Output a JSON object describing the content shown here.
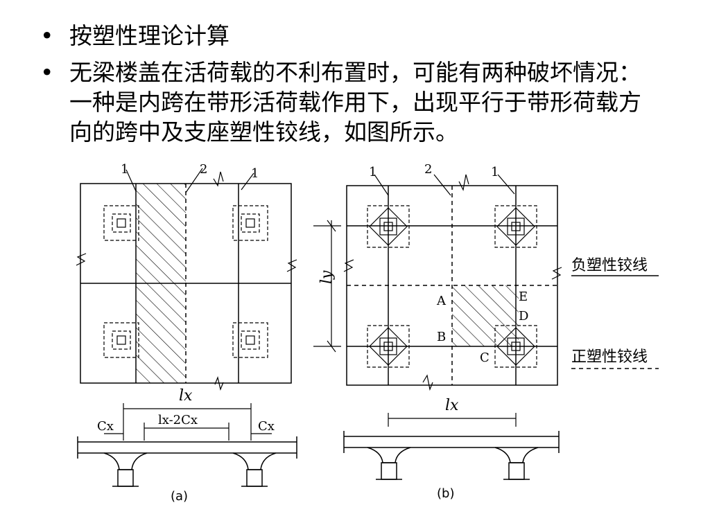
{
  "bullets": [
    {
      "lines": [
        "按塑性理论计算"
      ]
    },
    {
      "lines": [
        "无梁楼盖在活荷载的不利布置时，可能有两种破坏情况：",
        "一种是内跨在带形活荷载作用下，出现平行于带形荷载方",
        "向的跨中及支座塑性铰线，如图所示。"
      ]
    }
  ],
  "bullet_symbol": "•",
  "figure_a": {
    "label_1_left": "1",
    "label_2": "2",
    "label_1_right": "1",
    "dim_lx": "lx",
    "dim_cx_left": "Cx",
    "dim_lx_minus_2cx": "lx-2Cx",
    "dim_cx_right": "Cx",
    "caption": "(a)"
  },
  "figure_b": {
    "label_1_left": "1",
    "label_2": "2",
    "label_1_right": "1",
    "dim_ly": "ly",
    "dim_lx": "lx",
    "point_A": "A",
    "point_B": "B",
    "point_C": "C",
    "point_D": "D",
    "point_E": "E",
    "caption": "(b)"
  },
  "legend": {
    "negative_hinge": "负塑性铰线",
    "positive_hinge": "正塑性铰线"
  }
}
